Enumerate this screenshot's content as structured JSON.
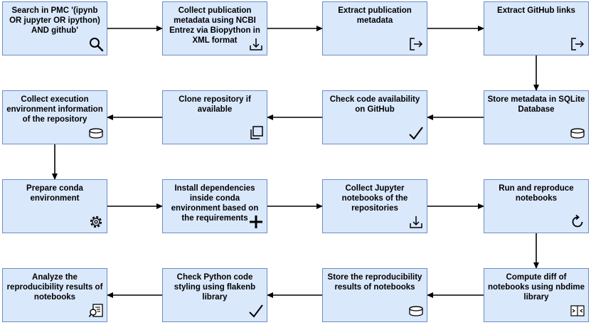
{
  "nodes": [
    {
      "id": "n1",
      "label": "Search in PMC '(ipynb OR jupyter OR ipython) AND github'",
      "icon": "search-icon"
    },
    {
      "id": "n2",
      "label": "Collect publication metadata using NCBI Entrez via Biopython in XML format",
      "icon": "download-icon"
    },
    {
      "id": "n3",
      "label": "Extract publication metadata",
      "icon": "export-icon"
    },
    {
      "id": "n4",
      "label": "Extract GitHub links",
      "icon": "export-icon"
    },
    {
      "id": "n5",
      "label": "Collect execution environment information of the repository",
      "icon": "database-icon"
    },
    {
      "id": "n6",
      "label": "Clone repository if available",
      "icon": "copy-icon"
    },
    {
      "id": "n7",
      "label": "Check code availability on GitHub",
      "icon": "check-icon"
    },
    {
      "id": "n8",
      "label": "Store metadata in SQLite Database",
      "icon": "database-icon"
    },
    {
      "id": "n9",
      "label": "Prepare conda environment",
      "icon": "gear-icon"
    },
    {
      "id": "n10",
      "label": "Install dependencies inside conda environment based on the requirements",
      "icon": "plus-icon"
    },
    {
      "id": "n11",
      "label": "Collect Jupyter notebooks of the repositories",
      "icon": "download-icon"
    },
    {
      "id": "n12",
      "label": "Run and reproduce notebooks",
      "icon": "refresh-icon"
    },
    {
      "id": "n13",
      "label": "Analyze the reproducibility results of notebooks",
      "icon": "report-icon"
    },
    {
      "id": "n14",
      "label": "Check Python code styling using flakenb library",
      "icon": "check-icon"
    },
    {
      "id": "n15",
      "label": "Store the reproducibility results of notebooks",
      "icon": "database-icon"
    },
    {
      "id": "n16",
      "label": "Compute diff of notebooks using nbdime library",
      "icon": "diff-icon"
    }
  ],
  "edges": [
    [
      "n1",
      "n2"
    ],
    [
      "n2",
      "n3"
    ],
    [
      "n3",
      "n4"
    ],
    [
      "n4",
      "n8"
    ],
    [
      "n8",
      "n7"
    ],
    [
      "n7",
      "n6"
    ],
    [
      "n6",
      "n5"
    ],
    [
      "n5",
      "n9"
    ],
    [
      "n9",
      "n10"
    ],
    [
      "n10",
      "n11"
    ],
    [
      "n11",
      "n12"
    ],
    [
      "n12",
      "n16"
    ],
    [
      "n16",
      "n15"
    ],
    [
      "n15",
      "n14"
    ],
    [
      "n14",
      "n13"
    ]
  ],
  "colors": {
    "fill": "#dae8fc",
    "stroke": "#6c8ebf",
    "arrow": "#000000"
  }
}
